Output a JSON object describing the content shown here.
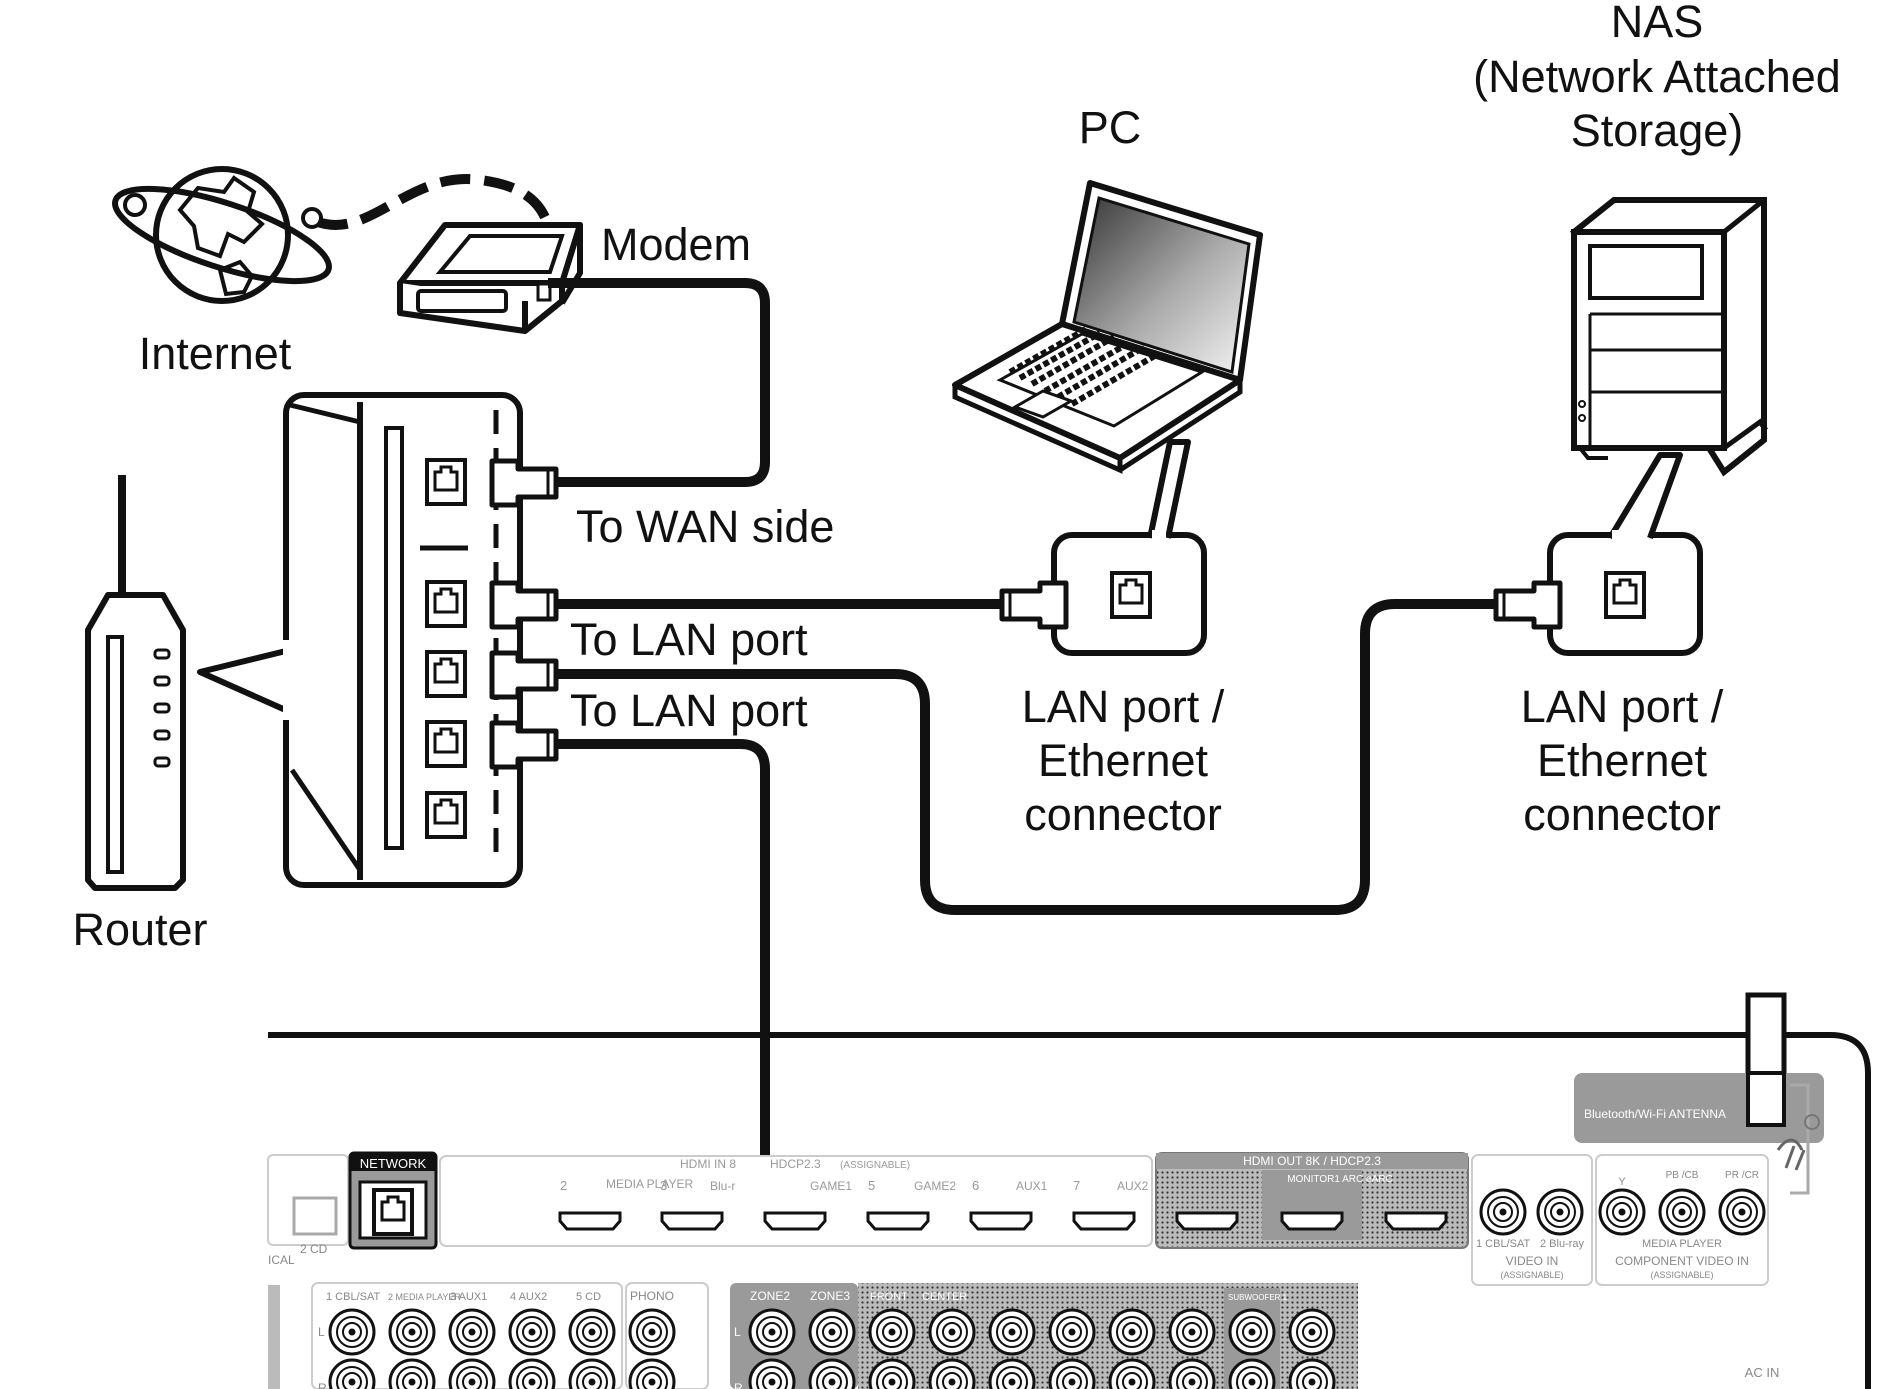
{
  "labels": {
    "nas_title": "NAS",
    "nas_sub1": "(Network Attached",
    "nas_sub2": "Storage)",
    "pc": "PC",
    "modem": "Modem",
    "internet": "Internet",
    "router": "Router",
    "to_wan": "To WAN side",
    "to_lan_1": "To LAN port",
    "to_lan_2": "To LAN port",
    "pc_port_1": "LAN port /",
    "pc_port_2": "Ethernet",
    "pc_port_3": "connector",
    "nas_port_1": "LAN port /",
    "nas_port_2": "Ethernet",
    "nas_port_3": "connector"
  },
  "receiver_panel": {
    "network": "NETWORK",
    "bt_antenna": "Bluetooth/Wi-Fi ANTENNA",
    "hdmi_in_8": "HDMI IN 8",
    "hdcp": "HDCP2.3",
    "assignable": "(ASSIGNABLE)",
    "media_player": "MEDIA PLAYER",
    "n3": "3",
    "bluray": "Blu-r",
    "n2": "2",
    "game1": "GAME1",
    "n5": "5",
    "game2": "GAME2",
    "n6": "6",
    "aux1_hdmi": "AUX1",
    "n7": "7",
    "aux2_hdmi": "AUX2",
    "hdmi_out": "HDMI OUT 8K / HDCP2.3",
    "monitor_arc": "MONITOR1 ARC eARC",
    "cd_2": "2 CD",
    "ical": "ICAL",
    "cbl_sat_1": "1 CBL/SAT",
    "media_player_2": "2 MEDIA PLAYER",
    "aux1_3": "3 AUX1",
    "aux2_4": "4 AUX2",
    "cd_5": "5 CD",
    "phono": "PHONO",
    "zone2": "ZONE2",
    "zone3": "ZONE3",
    "front": "FRONT",
    "center": "CENTER",
    "subwoofer1": "SUBWOOFER 1",
    "l": "L",
    "r": "R",
    "video_cbl": "1 CBL/SAT",
    "video_bluray": "2 Blu-ray",
    "video_in": "VIDEO IN",
    "video_assignable": "(ASSIGNABLE)",
    "y": "Y",
    "pb": "PB /CB",
    "pr": "PR /CR",
    "comp_media_player": "MEDIA PLAYER",
    "component_video_in": "COMPONENT VIDEO IN",
    "component_assignable": "(ASSIGNABLE)",
    "ac_in": "AC IN"
  },
  "icons": [
    "globe-icon",
    "modem-icon",
    "router-icon",
    "laptop-icon",
    "nas-icon",
    "ethernet-port-icon",
    "lan-plug-icon",
    "rca-jack-icon",
    "hdmi-port-icon"
  ],
  "colors": {
    "ink": "#111111",
    "panel_gray": "#9a9a9a",
    "panel_light": "#d9d9d9",
    "background": "#ffffff"
  }
}
